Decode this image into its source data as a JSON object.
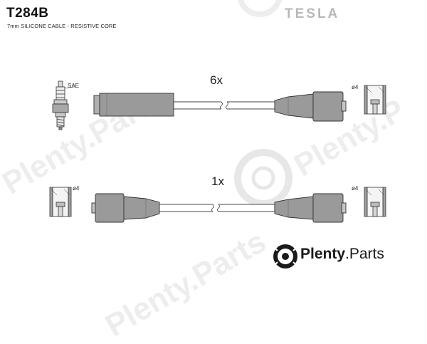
{
  "header": {
    "part_number": "T284B",
    "subtitle": "7mm SILICONE CABLE - RESISTIVE CORE",
    "brand": "TESLA"
  },
  "diagram": {
    "top_set": {
      "quantity": "6x",
      "plug_label": "SAE",
      "end_label": "ø4"
    },
    "bottom_set": {
      "quantity": "1x",
      "left_label": "ø4",
      "right_label": "ø4"
    }
  },
  "watermark": {
    "brand_bold": "Plenty",
    "brand_rest": ".Parts",
    "diagonal_left": "Plenty.Parts",
    "diagonal_right": "Plenty.P",
    "diagonal_bottom": "Plenty.Parts"
  },
  "colors": {
    "part_fill": "#9a9a9a",
    "part_outline": "#333333",
    "brand_text": "#b8b8b8",
    "watermark": "#000000"
  }
}
